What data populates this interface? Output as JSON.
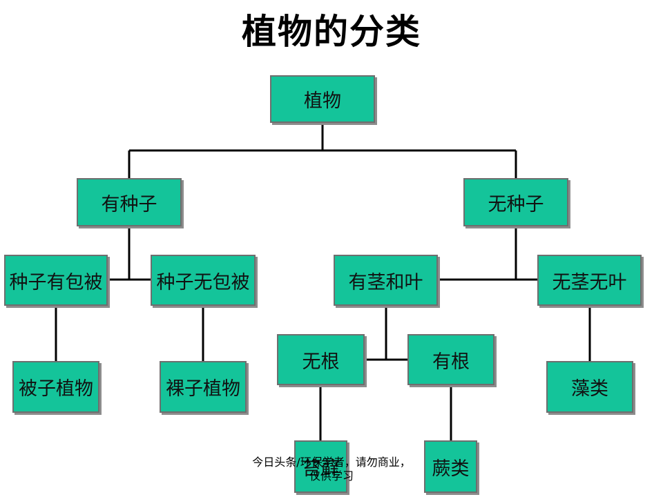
{
  "title": "植物的分类",
  "colors": {
    "node_fill": "#14c49a",
    "node_border": "#6e6e6e",
    "line": "#000000"
  },
  "nodes": {
    "root": "植物",
    "has_seed": "有种子",
    "no_seed": "无种子",
    "seed_covered": "种子有包被",
    "seed_uncovered": "种子无包被",
    "has_stem_leaf": "有茎和叶",
    "no_stem_leaf": "无茎无叶",
    "angiosperm": "被子植物",
    "gymnosperm": "裸子植物",
    "no_root": "无根",
    "has_root": "有根",
    "algae": "藻类",
    "moss": "苔藓",
    "fern": "蕨类"
  },
  "watermark": {
    "line1": "今日头条/环保学者，请勿商业，",
    "line2": "仅供学习"
  }
}
